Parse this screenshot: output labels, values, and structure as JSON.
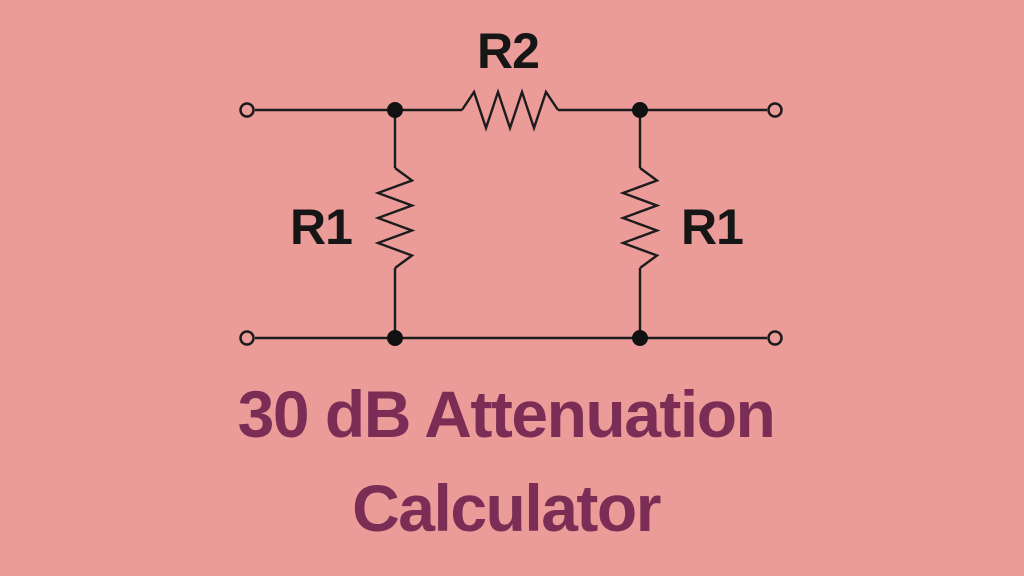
{
  "colors": {
    "background": "#eb9b98",
    "circuit_line": "#1c1c1c",
    "component_label": "#161616",
    "title_text": "#7b2d55"
  },
  "circuit": {
    "type": "pi-attenuator-schematic",
    "series_resistor_label": "R2",
    "left_shunt_resistor_label": "R1",
    "right_shunt_resistor_label": "R1",
    "terminal_count": 4,
    "junction_dot_count": 4
  },
  "title": {
    "line1": "30 dB Attenuation",
    "line2": "Calculator"
  }
}
